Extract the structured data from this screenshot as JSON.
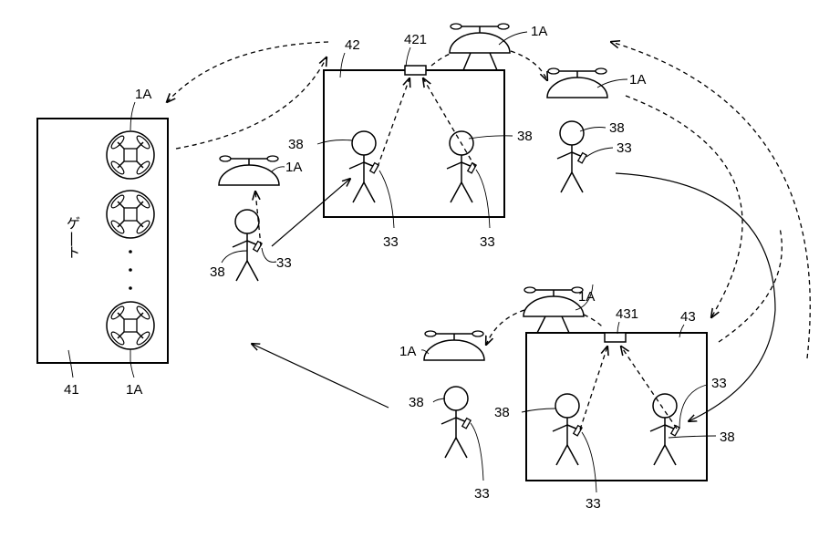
{
  "figure": {
    "type": "patent-drawing",
    "gate": {
      "ref": "41",
      "text": "ゲート",
      "drone_ref_top": "1A",
      "drone_ref_bottom": "1A"
    },
    "room_42": {
      "ref": "42",
      "device_ref": "421",
      "drone_ref": "1A",
      "person_refs": [
        "38",
        "38"
      ],
      "terminal_refs": [
        "33",
        "33"
      ]
    },
    "room_43": {
      "ref": "43",
      "device_ref": "431",
      "drone_ref": "1A",
      "person_refs": [
        "38",
        "38"
      ],
      "terminal_refs": [
        "33",
        "33"
      ]
    },
    "outside_left_person": {
      "person_ref": "38",
      "terminal_ref": "33",
      "drone_ref": "1A"
    },
    "outside_right_person": {
      "person_ref": "38",
      "terminal_ref": "33",
      "drone_ref": "1A"
    },
    "outside_bottom_person": {
      "person_ref": "38",
      "terminal_ref": "33"
    },
    "outside_bottom_drone": {
      "drone_ref": "1A"
    }
  }
}
